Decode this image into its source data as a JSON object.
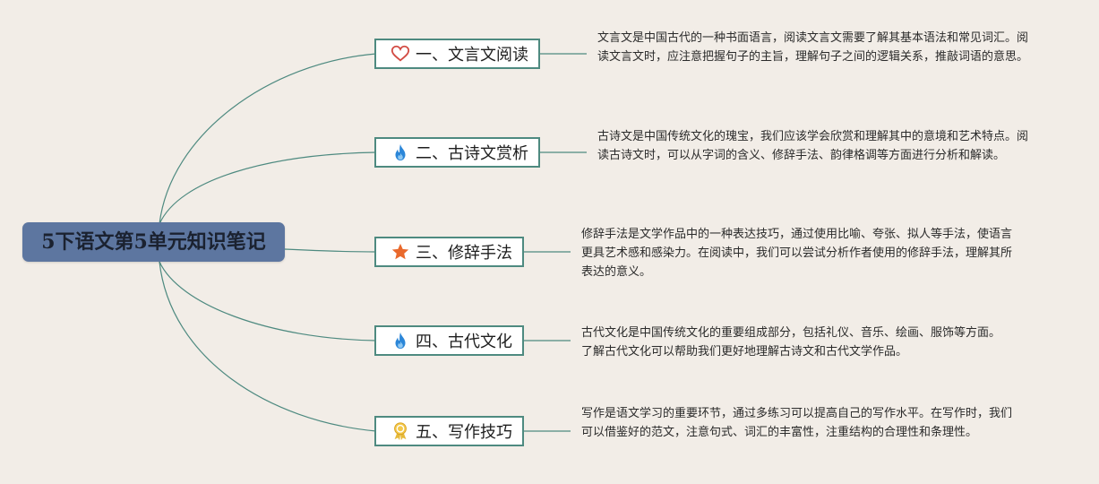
{
  "root": {
    "title": "5下语文第5单元知识笔记"
  },
  "branches": [
    {
      "label": "一、文言文阅读",
      "icon": "heart-icon",
      "note": "文言文是中国古代的一种书面语言，阅读文言文需要了解其基本语法和常见词汇。阅读文言文时，应注意把握句子的主旨，理解句子之间的逻辑关系，推敲词语的意思。"
    },
    {
      "label": "二、古诗文赏析",
      "icon": "flame-icon",
      "note": "古诗文是中国传统文化的瑰宝，我们应该学会欣赏和理解其中的意境和艺术特点。阅读古诗文时，可以从字词的含义、修辞手法、韵律格调等方面进行分析和解读。"
    },
    {
      "label": "三、修辞手法",
      "icon": "star-icon",
      "note": "修辞手法是文学作品中的一种表达技巧，通过使用比喻、夸张、拟人等手法，使语言更具艺术感和感染力。在阅读中，我们可以尝试分析作者使用的修辞手法，理解其所表达的意义。"
    },
    {
      "label": "四、古代文化",
      "icon": "flame-icon",
      "note": "古代文化是中国传统文化的重要组成部分，包括礼仪、音乐、绘画、服饰等方面。了解古代文化可以帮助我们更好地理解古诗文和古代文学作品。"
    },
    {
      "label": "五、写作技巧",
      "icon": "award-icon",
      "note": "写作是语文学习的重要环节，通过多练习可以提高自己的写作水平。在写作时，我们可以借鉴好的范文，注意句式、词汇的丰富性，注重结构的合理性和条理性。"
    }
  ],
  "colors": {
    "background": "#f2ede7",
    "root_fill": "#5d76a0",
    "branch_border": "#4e8a80",
    "link_stroke": "#4e8a80"
  }
}
